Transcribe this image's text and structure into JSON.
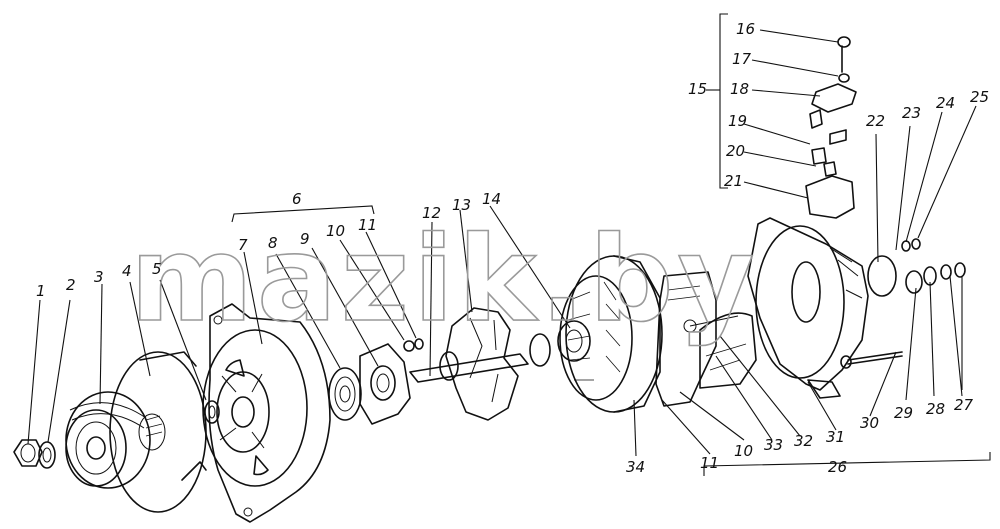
{
  "watermark": "mazik.by",
  "labels": {
    "n1": "1",
    "n2": "2",
    "n3": "3",
    "n4": "4",
    "n5": "5",
    "n6": "6",
    "n7": "7",
    "n8": "8",
    "n9": "9",
    "n10": "10",
    "n11": "11",
    "n12": "12",
    "n13": "13",
    "n14": "14",
    "n15": "15",
    "n16": "16",
    "n17": "17",
    "n18": "18",
    "n19": "19",
    "n20": "20",
    "n21": "21",
    "n22": "22",
    "n23": "23",
    "n24": "24",
    "n25": "25",
    "n26": "26",
    "n27": "27",
    "n28": "28",
    "n29": "29",
    "n30": "30",
    "n31": "31",
    "n32": "32",
    "n33": "33",
    "n34": "34",
    "n10b": "10",
    "n11b": "11"
  }
}
